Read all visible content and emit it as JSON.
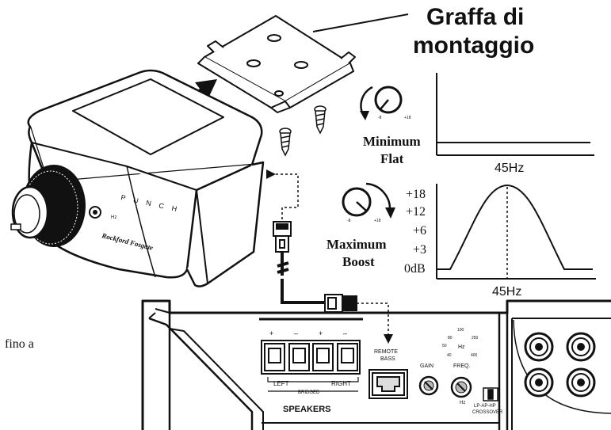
{
  "title": {
    "line1": "Graffa di",
    "line2": "montaggio"
  },
  "side_text": "fino a",
  "flat_panel": {
    "label_line1": "Minimum",
    "label_line2": "Flat",
    "freq": "45Hz",
    "knob_min": "-8",
    "knob_max": "+18"
  },
  "boost_panel": {
    "label_line1": "Maximum",
    "label_line2": "Boost",
    "freq": "45Hz",
    "knob_min": "-8",
    "knob_max": "+18",
    "db_levels": [
      "+18",
      "+12",
      "+6",
      "+3",
      "0dB"
    ]
  },
  "remote": {
    "brand_word": "PUNCH",
    "hz_label": "Hz",
    "brand_script": "Rockford Fosgate"
  },
  "amp_panel": {
    "polarity": [
      "+",
      "–",
      "+",
      "–"
    ],
    "left": "LEFT",
    "right": "RIGHT",
    "bridged": "BRIDGED",
    "speakers": "SPEAKERS",
    "remote_bass_line1": "REMOTE",
    "remote_bass_line2": "BASS",
    "gain": "GAIN",
    "freq": "FREQ.",
    "freq_scale": [
      "100",
      "80",
      "50",
      "Hz",
      "250",
      "40",
      "400",
      "Hz"
    ],
    "crossover_line1": "LP-AP-HP",
    "crossover_line2": "CROSSOVER"
  }
}
